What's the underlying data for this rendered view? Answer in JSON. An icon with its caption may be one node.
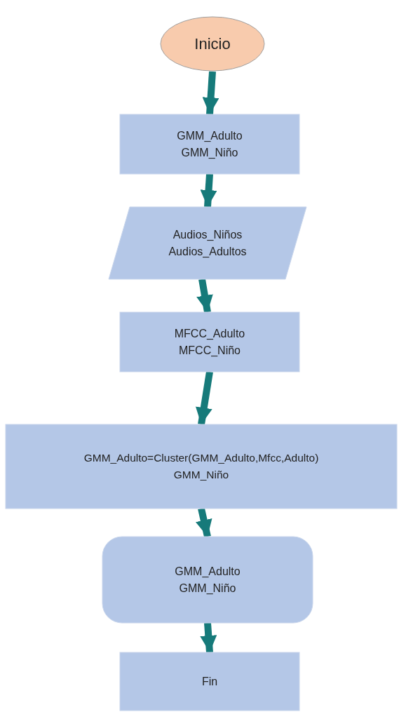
{
  "diagram": {
    "nodes": [
      {
        "text": [
          "Inicio"
        ]
      },
      {
        "text": [
          "GMM_Adulto GMM_Niño"
        ]
      },
      {
        "text": [
          "Audios_Niños Audios_Adultos"
        ]
      },
      {
        "text": [
          "MFCC_Adulto MFCC_Niño"
        ]
      },
      {
        "text": [
          "GMM_Adulto=Cluster(GMM_Adulto,Mfcc,Adulto) GMM_Niño"
        ]
      },
      {
        "text": [
          "GMM_Adulto GMM_Niño"
        ]
      },
      {
        "text": [
          "Fin"
        ]
      }
    ],
    "edges": [
      {
        "from": 0,
        "to": 1,
        "arrow": "to"
      },
      {
        "from": 1,
        "to": 2,
        "arrow": "to"
      },
      {
        "from": 2,
        "to": 3,
        "arrow": "to"
      },
      {
        "from": 3,
        "to": 4,
        "arrow": "to"
      },
      {
        "from": 4,
        "to": 5,
        "arrow": "to"
      },
      {
        "from": 5,
        "to": 6,
        "arrow": "to"
      }
    ]
  }
}
